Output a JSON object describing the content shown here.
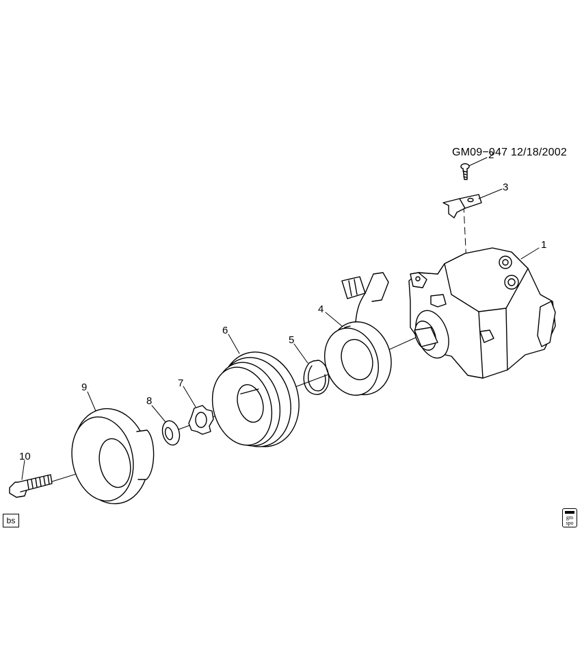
{
  "diagram": {
    "reference": "GM09−047  12/18/2002",
    "corner_code": "bs",
    "logo_text": "gm spo",
    "callouts": [
      "1",
      "2",
      "3",
      "4",
      "5",
      "6",
      "7",
      "8",
      "9",
      "10"
    ]
  }
}
